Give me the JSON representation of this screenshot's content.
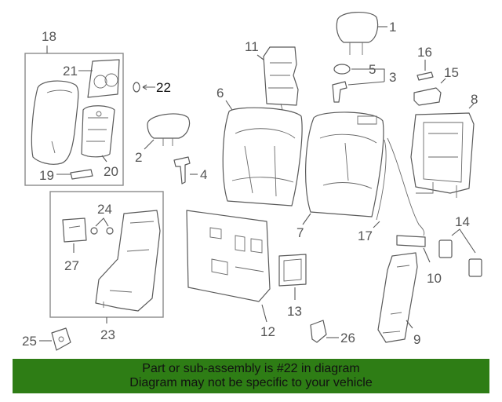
{
  "callouts": {
    "c1": "1",
    "c2": "2",
    "c3": "3",
    "c4": "4",
    "c5": "5",
    "c6": "6",
    "c7": "7",
    "c8": "8",
    "c9": "9",
    "c10": "10",
    "c11": "11",
    "c12": "12",
    "c13": "13",
    "c14": "14",
    "c15": "15",
    "c16": "16",
    "c17": "17",
    "c18": "18",
    "c19": "19",
    "c20": "20",
    "c21": "21",
    "c22": "22",
    "c23": "23",
    "c24": "24",
    "c25": "25",
    "c26": "26",
    "c27": "27"
  },
  "highlighted_part": "22",
  "banner": {
    "line1": "Part or sub-assembly is #22 in diagram",
    "line2": "Diagram may not be specific to your vehicle",
    "color": "#2e7d15"
  }
}
